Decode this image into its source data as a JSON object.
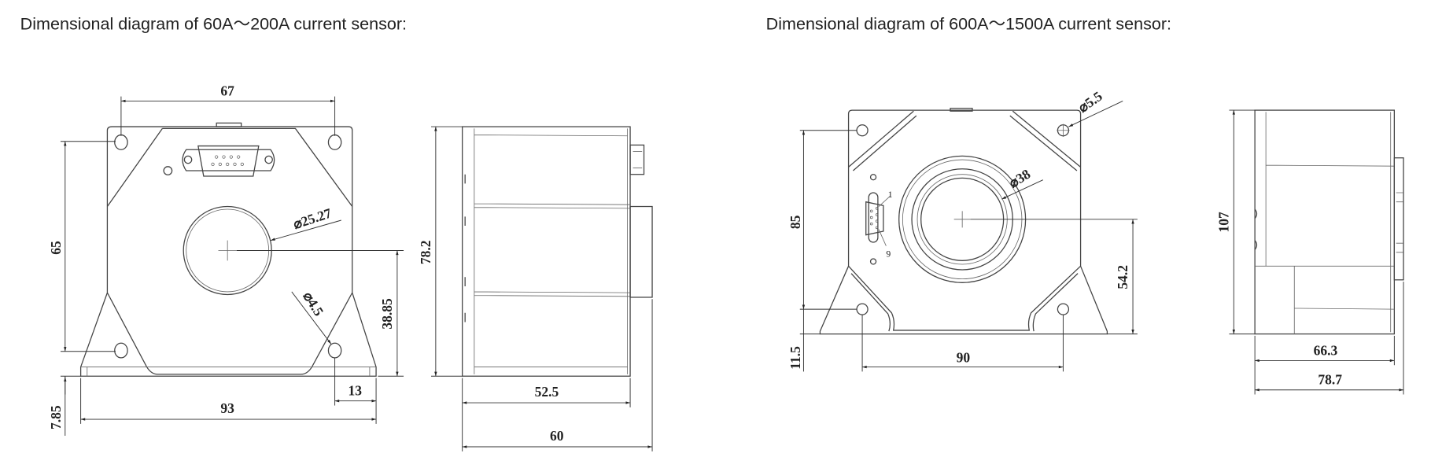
{
  "left": {
    "title": "Dimensional diagram of 60A～200A current sensor:",
    "dims": {
      "hole_spacing_x": "67",
      "hole_spacing_y": "65",
      "base_offset": "7.85",
      "width": "93",
      "hole_edge": "13",
      "center_height": "38.85",
      "aperture": "⌀25.27",
      "hole_dia": "⌀4.5",
      "height": "78.2",
      "depth_body": "52.5",
      "depth_total": "60"
    }
  },
  "right": {
    "title": "Dimensional diagram of 600A～1500A current sensor:",
    "dims": {
      "hole_dia": "⌀5.5",
      "aperture": "⌀38",
      "hole_spacing_y": "85",
      "base_offset": "11.5",
      "hole_spacing_x": "90",
      "center_height": "54.2",
      "height": "107",
      "depth_body": "66.3",
      "depth_total": "78.7",
      "pin_first": "1",
      "pin_last": "9"
    }
  }
}
